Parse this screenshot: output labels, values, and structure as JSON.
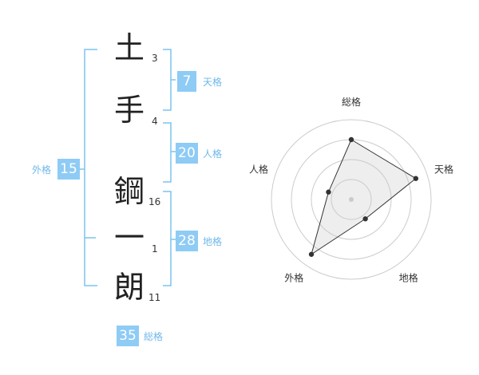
{
  "name": {
    "chars": [
      {
        "char": "土",
        "strokes": "3"
      },
      {
        "char": "手",
        "strokes": "4"
      },
      {
        "char": "鋼",
        "strokes": "16"
      },
      {
        "char": "一",
        "strokes": "1"
      },
      {
        "char": "朗",
        "strokes": "11"
      }
    ]
  },
  "fortune": {
    "tenkaku": {
      "value": "7",
      "label": "天格"
    },
    "jinkaku": {
      "value": "20",
      "label": "人格"
    },
    "chikaku": {
      "value": "28",
      "label": "地格"
    },
    "gaikaku": {
      "value": "15",
      "label": "外格"
    },
    "soukaku": {
      "value": "35",
      "label": "総格"
    }
  },
  "colors": {
    "accent": "#8ecbf5",
    "bracket": "#7cc3f0",
    "label": "#6fb8ea"
  },
  "chart_data": {
    "type": "radar",
    "axes": [
      "総格",
      "天格",
      "地格",
      "外格",
      "人格"
    ],
    "values": [
      0.75,
      0.85,
      0.3,
      0.85,
      0.3
    ],
    "rings": 4,
    "max": 1
  }
}
